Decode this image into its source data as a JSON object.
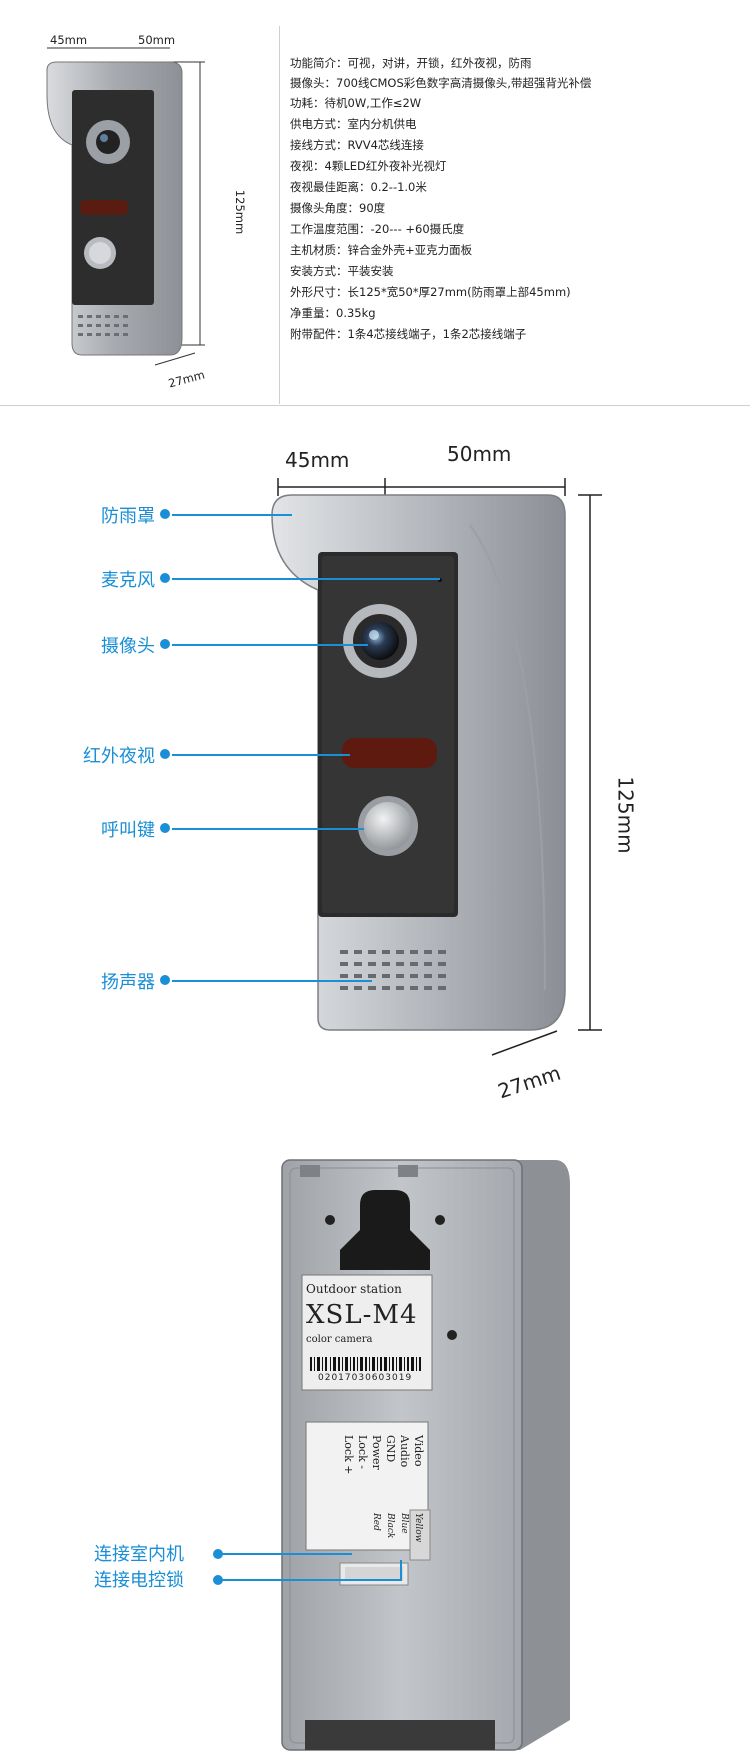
{
  "top": {
    "dims": {
      "w1": "45mm",
      "w2": "50mm",
      "h": "125mm",
      "d": "27mm"
    },
    "specs": [
      "功能简介：可视，对讲，开锁，红外夜视，防雨",
      "摄像头：700线CMOS彩色数字高清摄像头,带超强背光补偿",
      "功耗：待机0W,工作≤2W",
      "供电方式：室内分机供电",
      "接线方式：RVV4芯线连接",
      "夜视：4颗LED红外夜补光视灯",
      "夜视最佳距离：0.2--1.0米",
      "摄像头角度：90度",
      "工作温度范围：-20--- +60摄氏度",
      "主机材质：锌合金外壳+亚克力面板",
      "安装方式：平装安装",
      "外形尺寸：长125*宽50*厚27mm(防雨罩上部45mm)",
      "净重量：0.35kg",
      "附带配件：1条4芯接线端子，1条2芯接线端子"
    ]
  },
  "middle": {
    "dims": {
      "w1": "45mm",
      "w2": "50mm",
      "h": "125mm",
      "d": "27mm"
    },
    "callouts": [
      "防雨罩",
      "麦克风",
      "摄像头",
      "红外夜视",
      "呼叫键",
      "扬声器"
    ]
  },
  "bottom": {
    "label": {
      "line1": "Outdoor station",
      "model": "XSL-M4",
      "line3": "color camera",
      "serial": "02017030603019"
    },
    "wiring": [
      "Video",
      "Audio",
      "GND",
      "Power",
      "Lock -",
      "Lock +"
    ],
    "colors": [
      "Yellow",
      "Blue",
      "Black",
      "Red"
    ],
    "callouts": [
      "连接室内机",
      "连接电控锁"
    ]
  },
  "colors": {
    "accent": "#1a8fd6",
    "panel": "#2b2b2b",
    "metal": "#b9bcc0"
  }
}
